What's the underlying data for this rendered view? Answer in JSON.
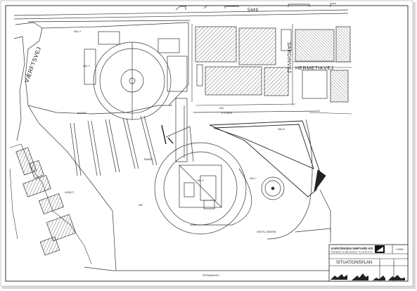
{
  "plan": {
    "street_labels": {
      "varftsvej": "VÆRFTSVEJ",
      "sardinvej": "SARDINVEJ",
      "hermetikvej": "HERMETIKVEJ",
      "top_number": "5449"
    },
    "area_labels": {
      "hal_top_left": "HAL X",
      "hal_left": "HAL Y",
      "hal_center": "HAL Z",
      "hal_right": "HAL 8",
      "hal_lower": "HAL 7",
      "basin": "BASSIN",
      "kaj": "KAJ",
      "plads": "P-PLADS",
      "udsigt": "UDSIGT",
      "ramp": "RAMPE",
      "lower_note": "UDSTIL. BASSIN",
      "bottom_road": "STRANDVEJ"
    },
    "title_block": {
      "company": "KARSTENSEN SHIPYARD A/S",
      "address": "POSTBOKS 44, 9990 SKAGEN · TLF. 98 44 07 40",
      "drawing_title": "SITUATIONSPLAN",
      "scale_label": "1:2000"
    },
    "icons": [
      "shipyard-logo-icon",
      "ship-silhouette-icon"
    ]
  }
}
